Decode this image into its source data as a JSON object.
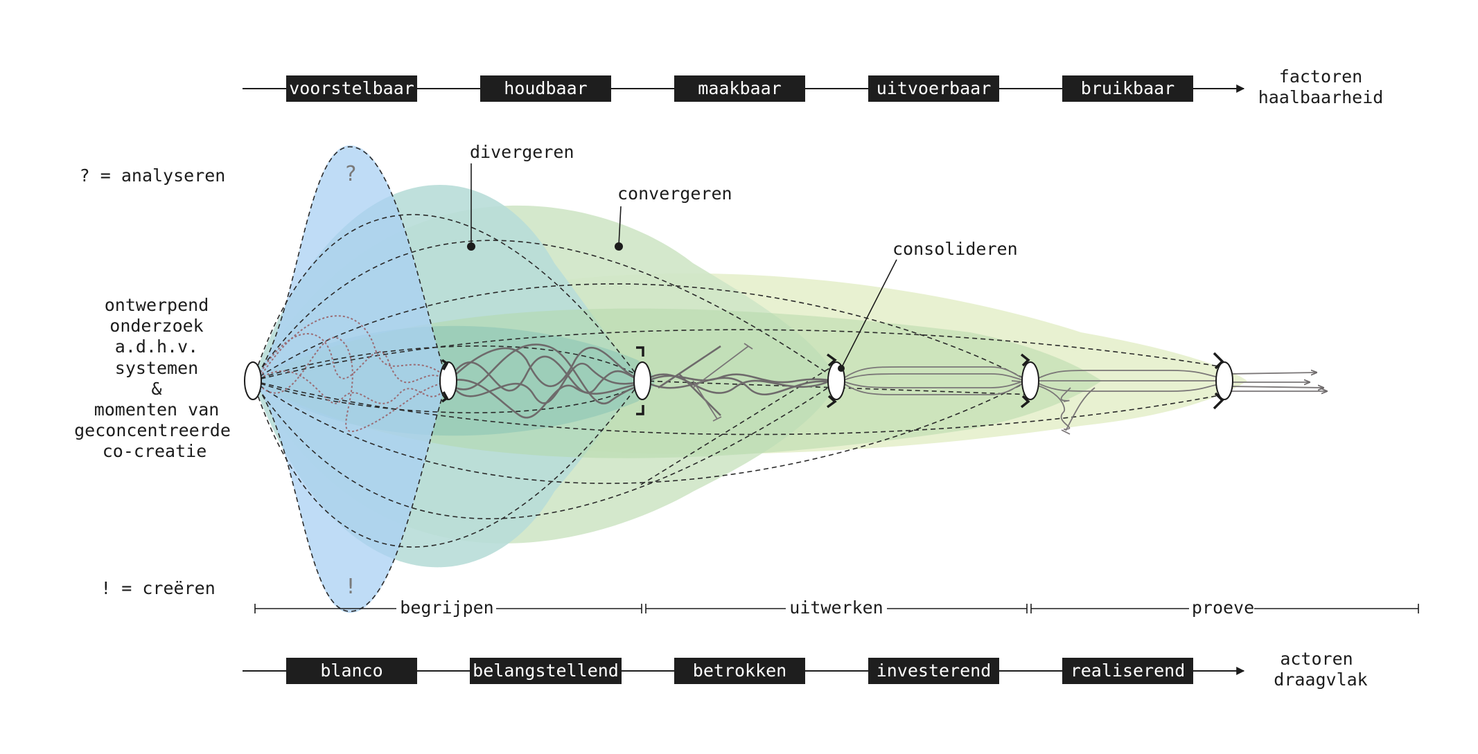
{
  "top_track": {
    "boxes": [
      "voorstelbaar",
      "houdbaar",
      "maakbaar",
      "uitvoerbaar",
      "bruikbaar"
    ],
    "end_label_line1": "factoren",
    "end_label_line2": "haalbaarheid"
  },
  "bottom_track": {
    "boxes": [
      "blanco",
      "belangstellend",
      "betrokken",
      "investerend",
      "realiserend"
    ],
    "end_label_line1": "actoren",
    "end_label_line2": "draagvlak"
  },
  "legend": {
    "analyse": "? = analyseren",
    "create": "! = creëren"
  },
  "symbols": {
    "question": "?",
    "exclamation": "!"
  },
  "left_label": [
    "ontwerpend",
    "onderzoek",
    "a.d.h.v.",
    "systemen",
    "&",
    "momenten van",
    "geconcentreerde",
    "co-creatie"
  ],
  "annotations": {
    "divergeren": "divergeren",
    "convergeren": "convergeren",
    "consolideren": "consolideren"
  },
  "phases": [
    "begrijpen",
    "uitwerken",
    "proeve"
  ],
  "colors": {
    "box_fill": "#1e1e1e",
    "blue_lens": "#a9d0f3",
    "teal_lens": "#b8ddd8",
    "green_lens": "#cfe6c6",
    "light_green": "#e4eec9",
    "path_line": "#6e6a6b",
    "dotted_path": "#9a6d75"
  }
}
